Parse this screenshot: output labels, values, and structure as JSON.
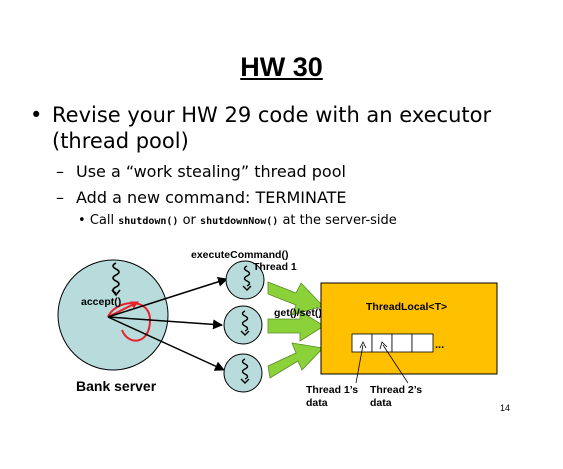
{
  "slide": {
    "title": "HW 30",
    "bullet": "Revise your HW 29 code with an executor (thread pool)",
    "sub_bullets": [
      "Use a “work stealing” thread pool",
      "Add a new command: TERMINATE"
    ],
    "sub_sub_bullet": {
      "prefix": "Call",
      "code1": "shutdown()",
      "middle": "or",
      "code2": "shutdownNow()",
      "suffix": "at the server-side"
    },
    "page_number": "14"
  },
  "diagram": {
    "execute_command": "executeCommand()",
    "thread1": "Thread 1",
    "accept": "accept()",
    "get_set": "get()/set()",
    "thread_local": "ThreadLocal<T>",
    "ellipsis": "...",
    "bank_server": "Bank server",
    "thread1_data": [
      "Thread 1’s",
      "data"
    ],
    "thread2_data": [
      "Thread 2’s",
      "data"
    ],
    "colors": {
      "server_fill": "#b8dcdc",
      "thread_fill": "#b8dcdc",
      "box_fill": "#ffc000",
      "arrow_green": "#8bd23a",
      "red": "#e8202a"
    }
  }
}
